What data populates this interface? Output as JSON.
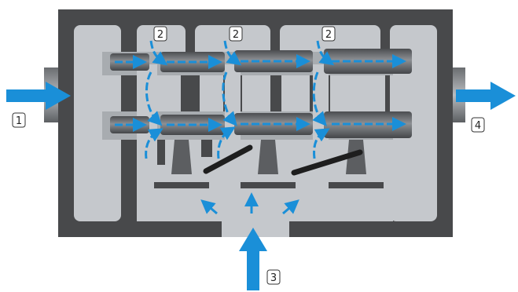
{
  "diagram": {
    "colors": {
      "housing_dark": "#48494b",
      "housing_light": "#c5c8cc",
      "channel_mid": "#9ea2a6",
      "spool_dark": "#57595c",
      "arrow_blue": "#1a8fd8",
      "valve_flap": "#1e1e1e"
    },
    "callouts": {
      "inlet": "1",
      "side_inlet_1": "2",
      "side_inlet_2": "2",
      "side_inlet_3": "2",
      "bottom_inlet": "3",
      "outlet": "4"
    },
    "icons": [
      "flow-arrow-icon",
      "valve-flap-icon"
    ]
  }
}
